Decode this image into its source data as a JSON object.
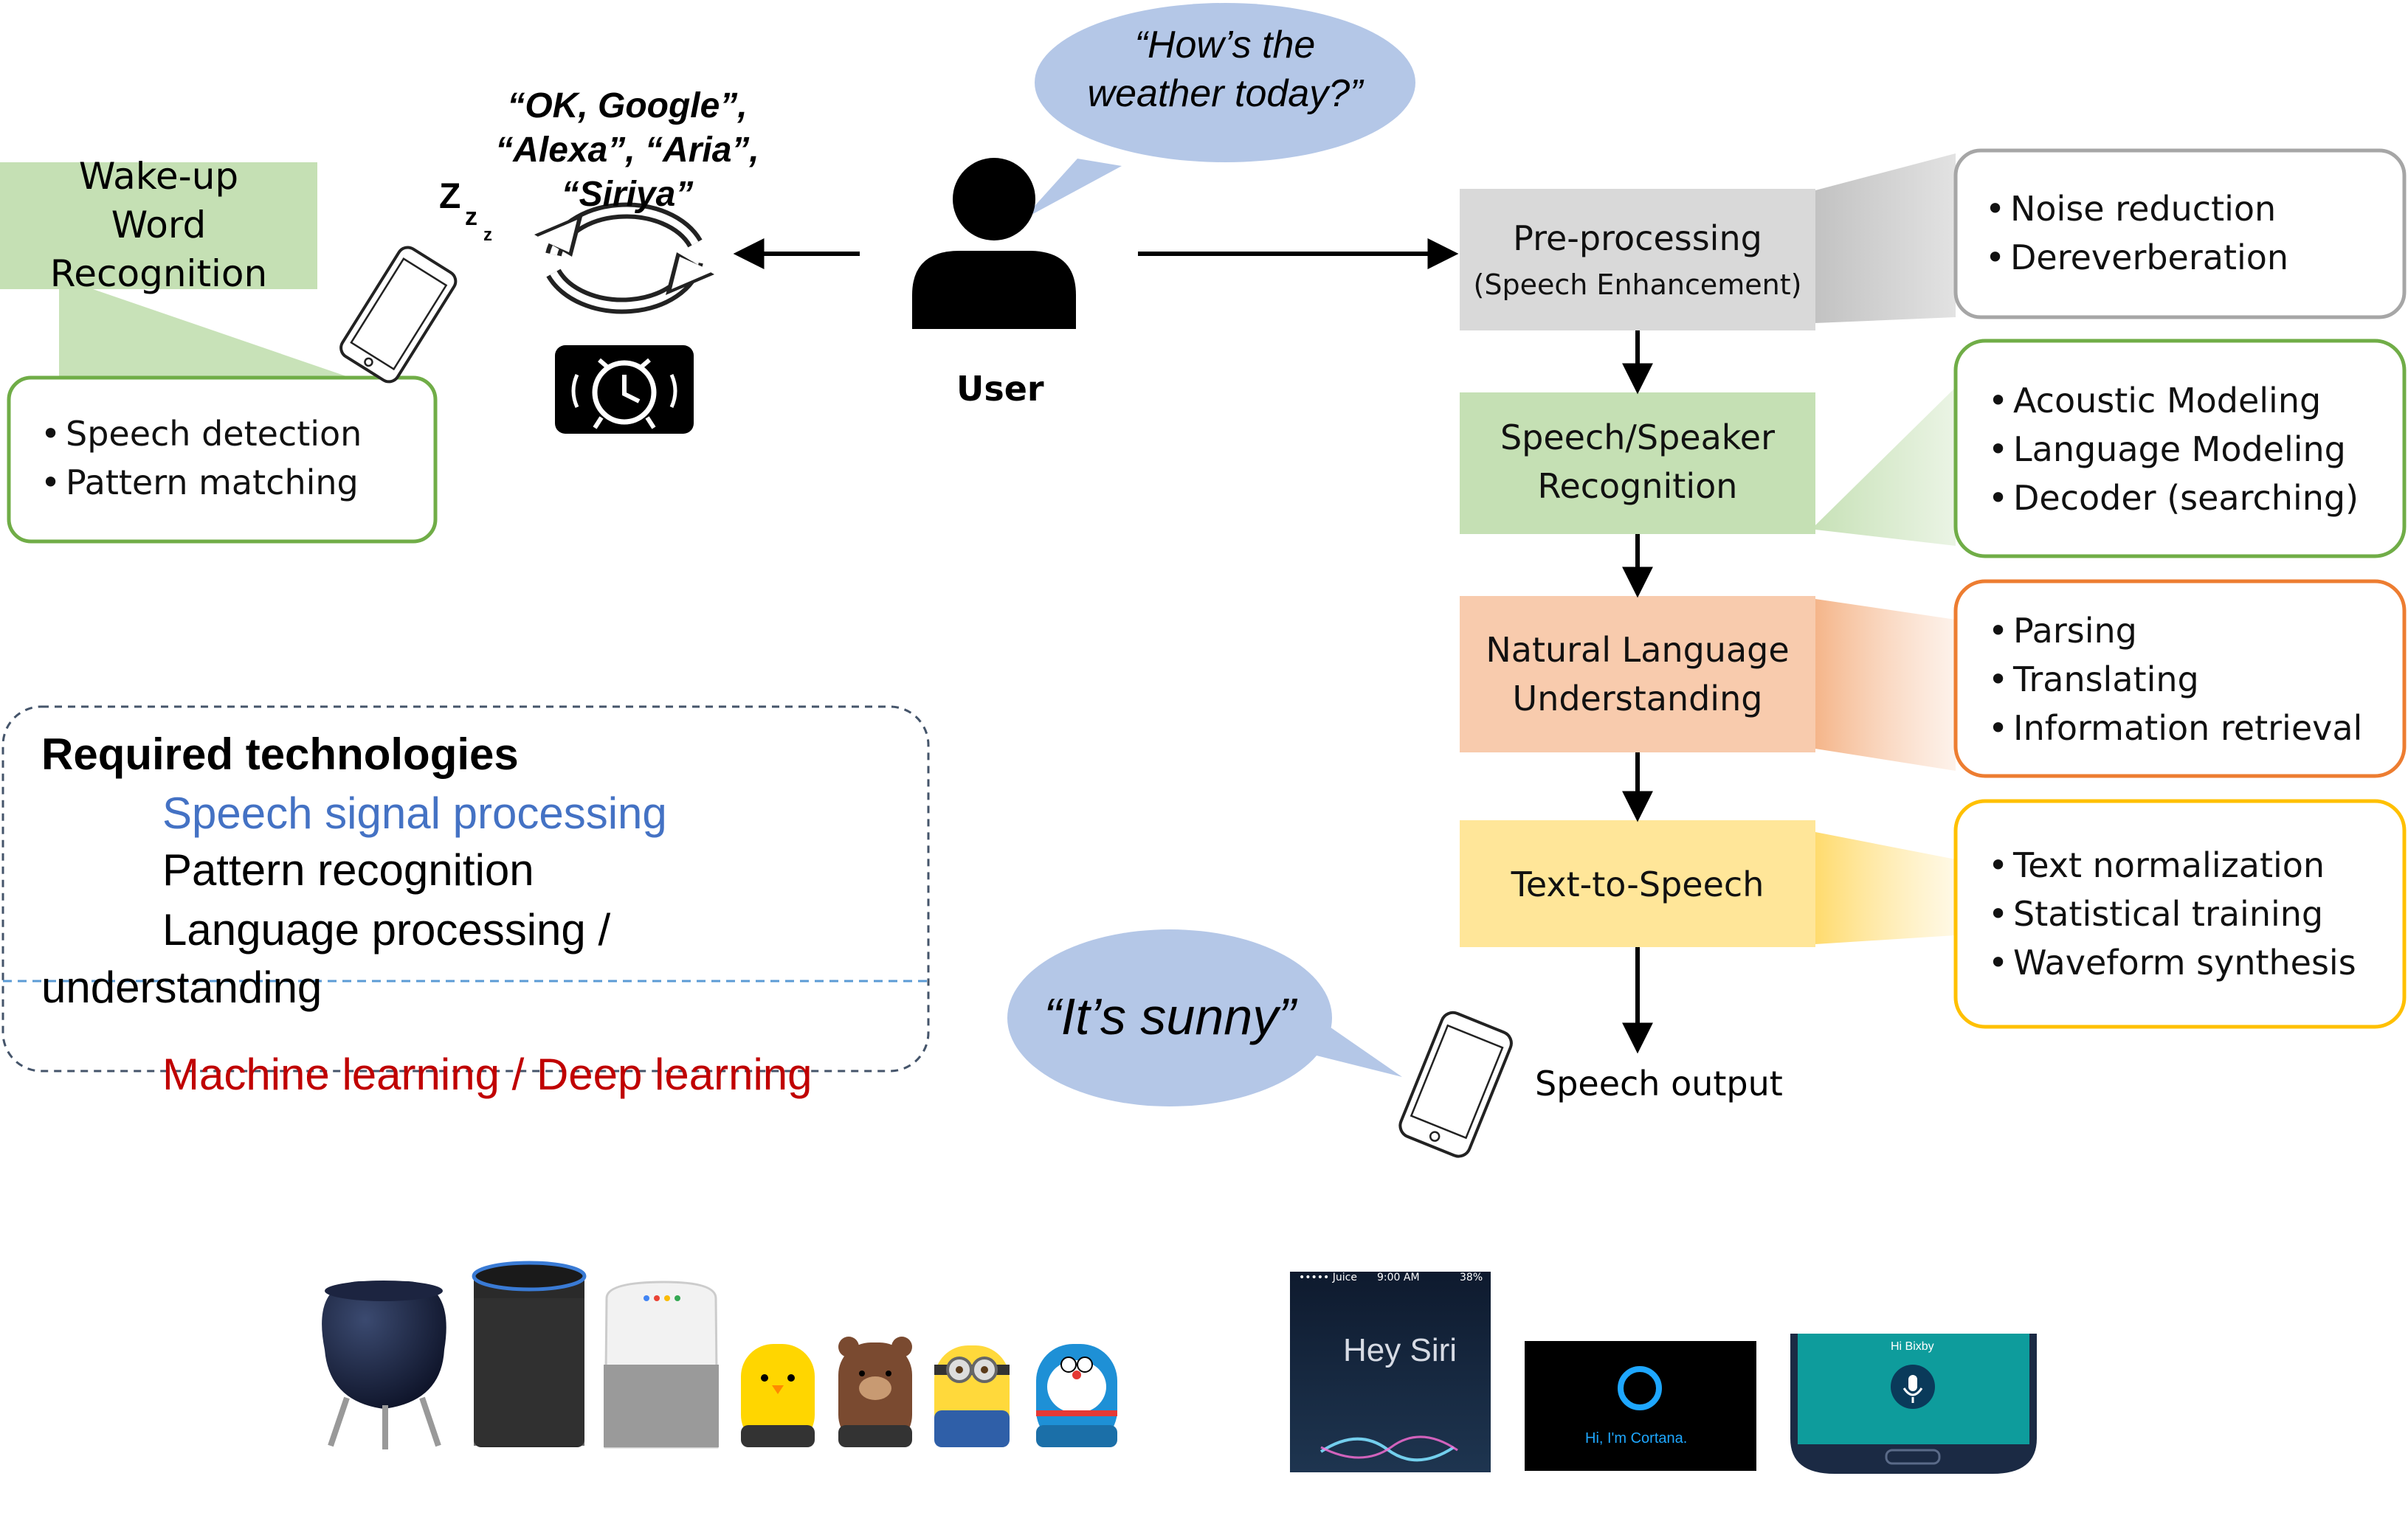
{
  "wakeup": {
    "title_lines": [
      "Wake-up",
      "Word",
      "Recognition"
    ],
    "items": [
      "Speech detection",
      "Pattern matching"
    ]
  },
  "wake_words_lines": [
    "“OK, Google”,",
    "“Alexa”, “Aria”,",
    "“Siriya”"
  ],
  "user_label": "User",
  "query_bubble_lines": [
    "“How’s the",
    "weather today?”"
  ],
  "answer_bubble": "“It’s sunny”",
  "speech_output": "Speech output",
  "pipeline": [
    {
      "title": "Pre-processing",
      "subtitle": "(Speech Enhancement)",
      "color": "#d9d9d9",
      "details": [
        "Noise reduction",
        "Dereverberation"
      ],
      "border": "#a6a6a6"
    },
    {
      "title": "Speech/Speaker\nRecognition",
      "subtitle": "",
      "color": "#c5e0b4",
      "details": [
        "Acoustic Modeling",
        "Language Modeling",
        "Decoder (searching)"
      ],
      "border": "#70ad47"
    },
    {
      "title": "Natural Language\nUnderstanding",
      "subtitle": "",
      "color": "#f8cbad",
      "details": [
        "Parsing",
        "Translating",
        "Information retrieval"
      ],
      "border": "#ed7d31"
    },
    {
      "title": "Text-to-Speech",
      "subtitle": "",
      "color": "#ffe699",
      "details": [
        "Text normalization",
        "Statistical training",
        "Waveform synthesis"
      ],
      "border": "#ffc000"
    }
  ],
  "required": {
    "heading": "Required technologies",
    "items": [
      {
        "text": "Speech signal processing",
        "color": "#4472c4"
      },
      {
        "text": "Pattern recognition",
        "color": "#000000"
      },
      {
        "text": "Language processing / understanding",
        "color": "#000000"
      },
      {
        "text": "Machine learning / Deep learning",
        "color": "#c00000"
      }
    ]
  },
  "devices": {
    "siri_text": "Hey Siri",
    "siri_status_left": "••••• Juice",
    "siri_status_time": "9:00 AM",
    "siri_status_right": "38%",
    "cortana_text": "Hi, I'm Cortana.",
    "bixby_text": "Hi Bixby"
  },
  "icons": [
    "smartphone-icon",
    "sleep-zzz-icon",
    "cycle-arrows-icon",
    "alarm-clock-icon",
    "user-icon",
    "microphone-icon"
  ]
}
